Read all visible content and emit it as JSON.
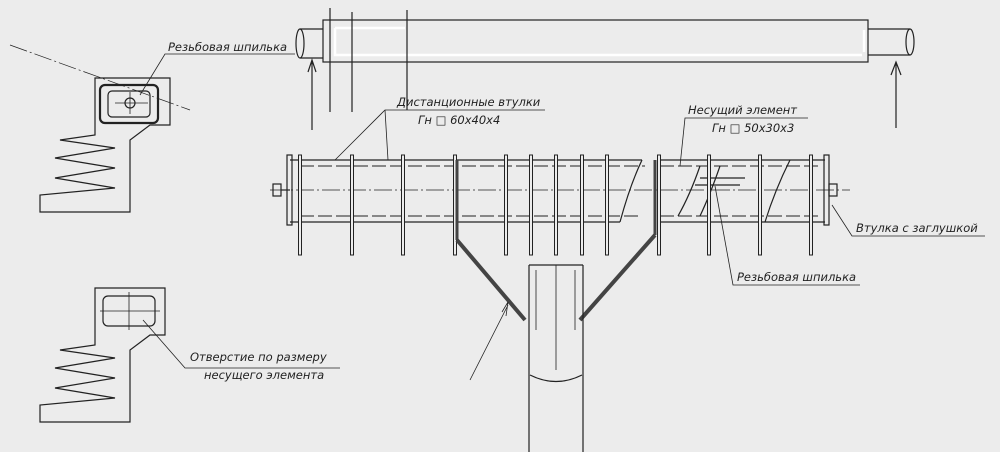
{
  "labels": {
    "threaded_stud_top": "Резьбовая шпилька",
    "spacer_sleeves": "Дистанционные втулки",
    "spacer_profile": "Гн □ 60х40х4",
    "bearing_element": "Несущий элемент",
    "bearing_profile": "Гн □ 50х30х3",
    "capped_sleeve": "Втулка с заглушкой",
    "threaded_stud_main": "Резьбовая шпилька",
    "hole_line1": "Отверстие по размеру",
    "hole_line2": "несущего элемента"
  }
}
